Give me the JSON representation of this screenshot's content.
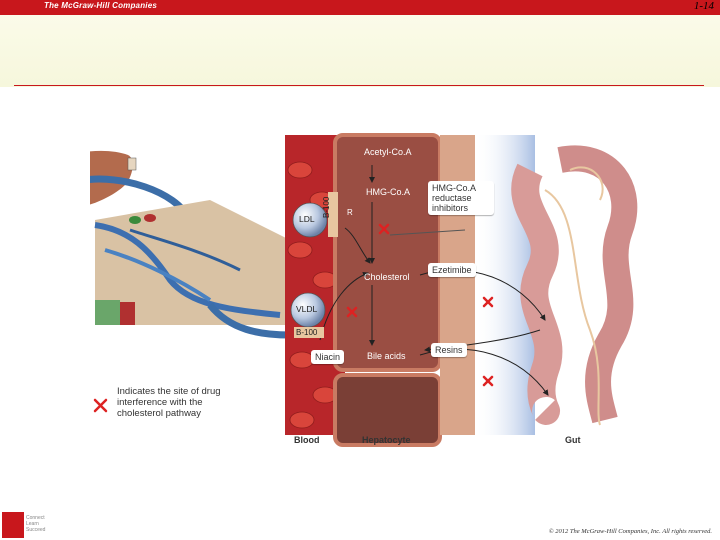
{
  "header": {
    "brand": "The McGraw-Hill Companies",
    "slide_number": "1-14"
  },
  "diagram": {
    "pathway": [
      "Acetyl-Co.A",
      "HMG-Co.A",
      "Cholesterol",
      "Bile acids"
    ],
    "lipoproteins": {
      "ldl": "LDL",
      "vldl": "VLDL",
      "apo_ldl": "B-100",
      "apo_vldl": "B-100",
      "receptor": "R"
    },
    "drug_boxes": {
      "hmg": "HMG-Co.A reductase inhibitors",
      "ezetimibe": "Ezetimibe",
      "resins": "Resins",
      "niacin": "Niacin"
    },
    "legend_text": "Indicates the site of drug interference with the cholesterol pathway",
    "regions": {
      "blood": "Blood",
      "hepatocyte": "Hepatocyte",
      "gut": "Gut"
    }
  },
  "footer": {
    "copyright": "© 2012 The McGraw-Hill Companies, Inc. All rights reserved.",
    "logo_text": "Connect Learn Succeed"
  }
}
